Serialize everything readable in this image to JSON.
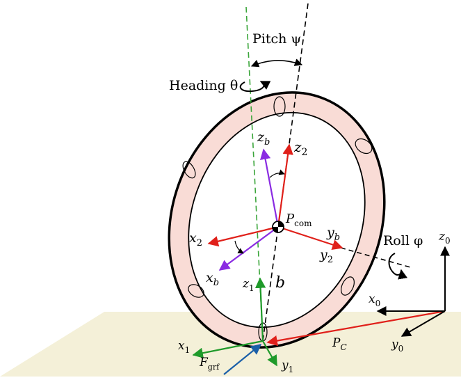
{
  "labels": {
    "pitch": "Pitch ψ",
    "heading": "Heading θ",
    "roll": "Roll φ",
    "zb": "z",
    "zb_sub": "b",
    "z2": "z",
    "z2_sub": "2",
    "pcom": "P",
    "pcom_sub": "com",
    "yb": "y",
    "yb_sub": "b",
    "y2": "y",
    "y2_sub": "2",
    "x2": "x",
    "x2_sub": "2",
    "xb": "x",
    "xb_sub": "b",
    "z1": "z",
    "z1_sub": "1",
    "b": "b",
    "x1": "x",
    "x1_sub": "1",
    "fgrf": "F",
    "fgrf_sub": "grf",
    "y1": "y",
    "y1_sub": "1",
    "pc": "P",
    "pc_sub": "C",
    "z0": "z",
    "z0_sub": "0",
    "x0": "x",
    "x0_sub": "0",
    "y0": "y",
    "y0_sub": "0"
  },
  "colors": {
    "axis_red": "#e0201a",
    "axis_purple": "#8a2be2",
    "axis_green": "#1f9a2a",
    "force_blue": "#1a5fa8",
    "ground_plane": "#f4f0d8",
    "wheel_fill": "#f9dcd6",
    "dashed_green": "#3aa53a"
  }
}
